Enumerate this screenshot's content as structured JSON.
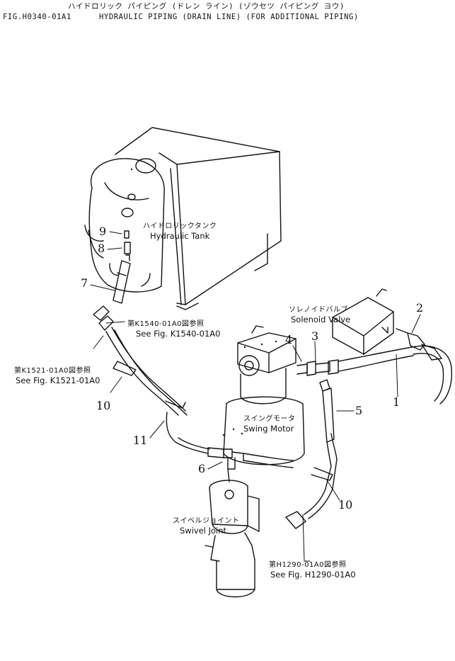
{
  "header": {
    "title_jp": "ハイドロリック パイピング (ドレン ライン) (ゾウセツ パイピング ヨウ)",
    "fig_code": "FIG.H0340-01A1",
    "title_en": "HYDRAULIC PIPING (DRAIN LINE) (FOR ADDITIONAL PIPING)"
  },
  "components": {
    "hydraulic_tank": {
      "jp": "ハイドロリックタンク",
      "en": "Hydraulic Tank"
    },
    "solenoid_valve": {
      "jp": "ソレノイドバルブ",
      "en": "Solenoid Valve"
    },
    "swing_motor": {
      "jp": "スイングモータ",
      "en": "Swing Motor"
    },
    "swivel_joint": {
      "jp": "スイベルジョイント",
      "en": "Swivel Joint"
    }
  },
  "references": {
    "k1540": {
      "jp": "第K1540-01A0図参照",
      "en": "See Fig. K1540-01A0"
    },
    "k1521": {
      "jp": "第K1521-01A0図参照",
      "en": "See Fig. K1521-01A0"
    },
    "h1290": {
      "jp": "第H1290-01A0図参照",
      "en": "See Fig. H1290-01A0"
    }
  },
  "part_numbers": {
    "p1": "1",
    "p2": "2",
    "p3": "3",
    "p4": "4",
    "p5": "5",
    "p6": "6",
    "p7": "7",
    "p8": "8",
    "p9": "9",
    "p10a": "10",
    "p10b": "10",
    "p11": "11"
  }
}
